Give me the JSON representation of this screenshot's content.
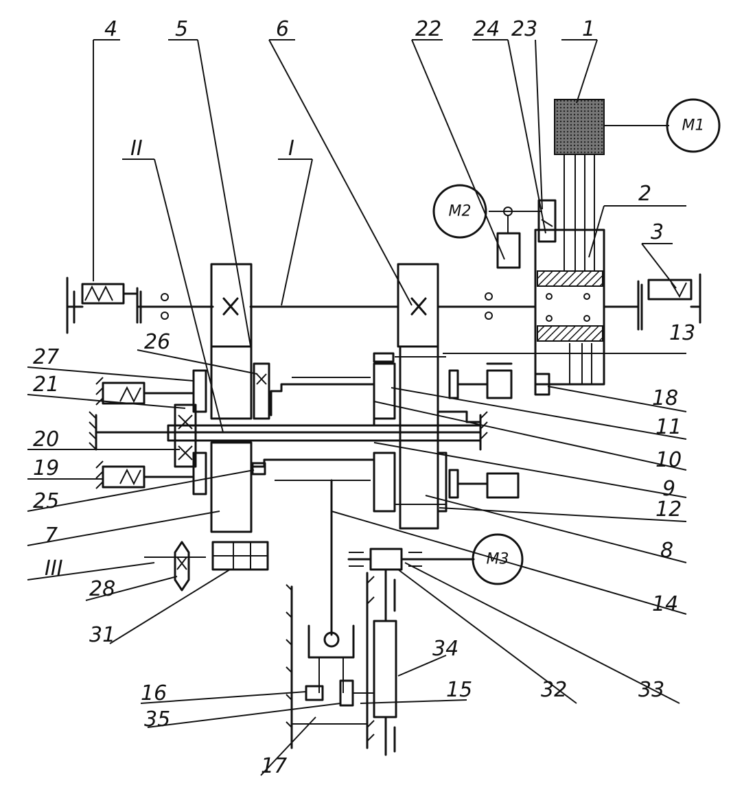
{
  "diagram": {
    "motors": [
      {
        "id": "M1",
        "label": "M1"
      },
      {
        "id": "M2",
        "label": "M2"
      },
      {
        "id": "M3",
        "label": "M3"
      }
    ],
    "shafts": [
      {
        "id": "I",
        "label": "I"
      },
      {
        "id": "II",
        "label": "II"
      },
      {
        "id": "III",
        "label": "III"
      }
    ],
    "callouts": {
      "c1": "1",
      "c2": "2",
      "c3": "3",
      "c4": "4",
      "c5": "5",
      "c6": "6",
      "c7": "7",
      "c8": "8",
      "c9": "9",
      "c10": "10",
      "c11": "11",
      "c12": "12",
      "c13": "13",
      "c14": "14",
      "c15": "15",
      "c16": "16",
      "c17": "17",
      "c18": "18",
      "c19": "19",
      "c20": "20",
      "c21": "21",
      "c22": "22",
      "c23": "23",
      "c24": "24",
      "c25": "25",
      "c26": "26",
      "c27": "27",
      "c28": "28",
      "c31": "31",
      "c32": "32",
      "c33": "33",
      "c34": "34",
      "c35": "35"
    }
  }
}
